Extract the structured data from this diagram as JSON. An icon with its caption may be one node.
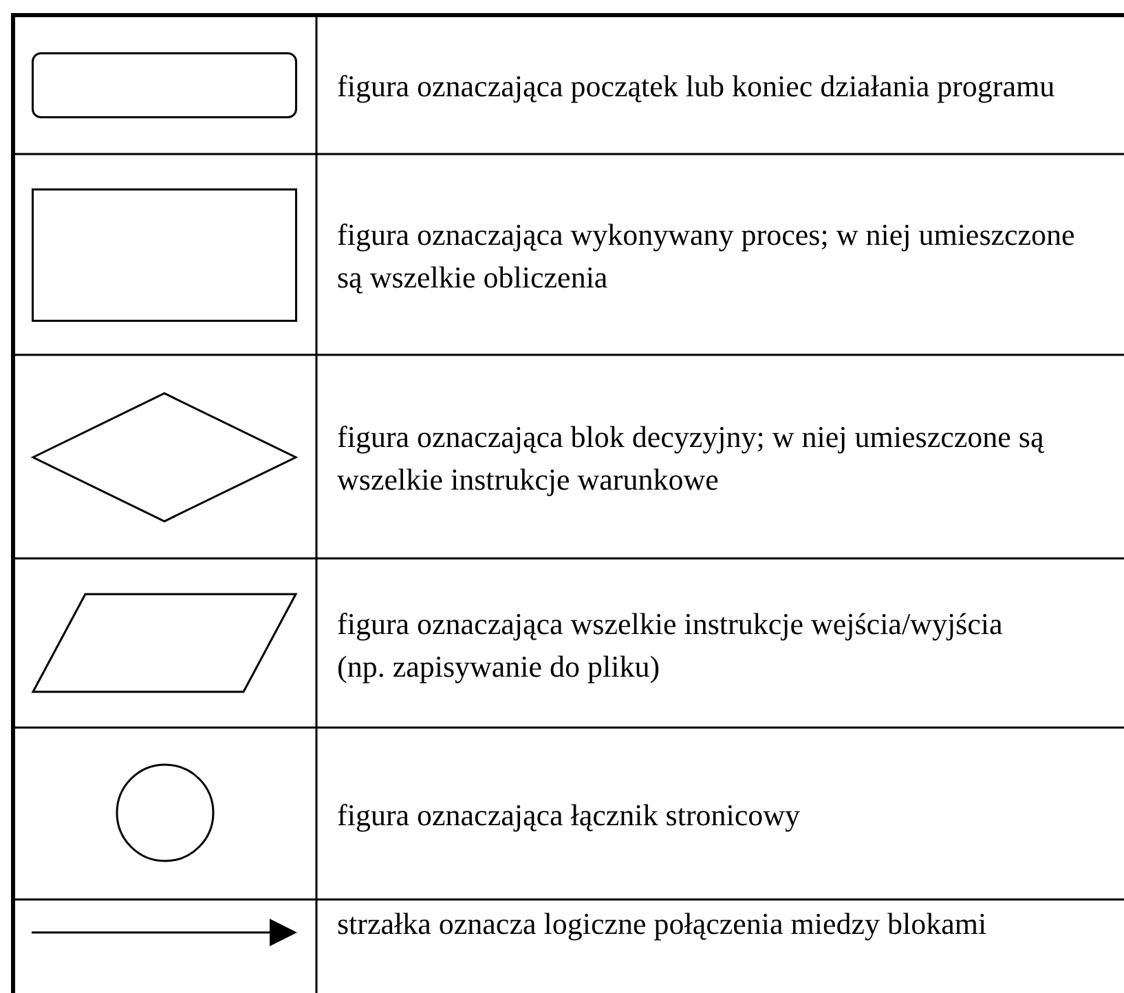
{
  "diagram": {
    "nodes": [
      {
        "text": [],
        "shape": "rounded-box"
      },
      {
        "text": [],
        "shape": "box"
      },
      {
        "text": [],
        "shape": "diamond"
      },
      {
        "text": [],
        "shape": "parallelogram"
      },
      {
        "text": [],
        "shape": "circle"
      }
    ],
    "labels": [
      "figura oznaczająca początek lub koniec działania programu",
      "figura oznaczająca wykonywany proces; w niej umieszczone są wszelkie obliczenia",
      "figura oznaczająca blok decyzyjny; w niej umieszczone są wszelkie instrukcje warunkowe",
      "figura oznaczająca wszelkie instrukcje wejścia/wyjścia",
      "(np. zapisywanie do pliku)",
      "figura oznaczająca łącznik stronicowy",
      "strzałka oznacza logiczne połączenia miedzy blokami"
    ]
  }
}
